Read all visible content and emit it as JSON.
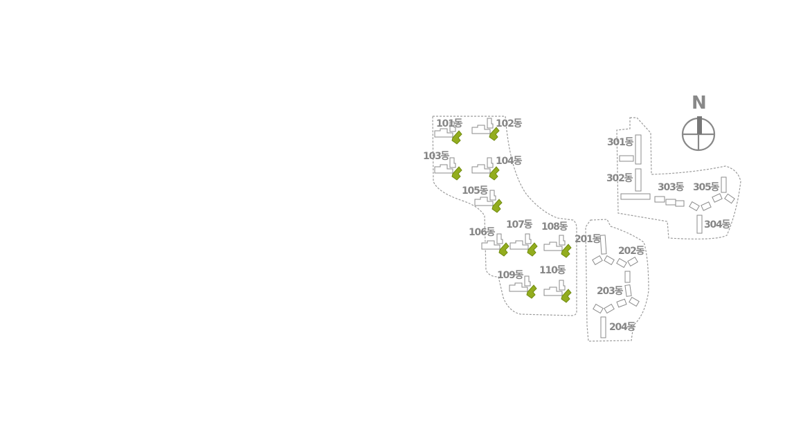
{
  "compass": {
    "north_label": "N",
    "icon": "compass-icon"
  },
  "colors": {
    "highlight": "#93ad1e",
    "outline": "#9a9a9a",
    "label": "#868686"
  },
  "zones": [
    {
      "name": "zone-100",
      "buildings": [
        "101동",
        "102동",
        "103동",
        "104동",
        "105동",
        "106동",
        "107동",
        "108동",
        "109동",
        "110동"
      ],
      "highlighted": true
    },
    {
      "name": "zone-200",
      "buildings": [
        "201동",
        "202동",
        "203동",
        "204동"
      ],
      "highlighted": false
    },
    {
      "name": "zone-300",
      "buildings": [
        "301동",
        "302동",
        "303동",
        "304동",
        "305동"
      ],
      "highlighted": false
    }
  ],
  "labels": {
    "b101": "101동",
    "b102": "102동",
    "b103": "103동",
    "b104": "104동",
    "b105": "105동",
    "b106": "106동",
    "b107": "107동",
    "b108": "108동",
    "b109": "109동",
    "b110": "110동",
    "b201": "201동",
    "b202": "202동",
    "b203": "203동",
    "b204": "204동",
    "b301": "301동",
    "b302": "302동",
    "b303": "303동",
    "b304": "304동",
    "b305": "305동"
  }
}
